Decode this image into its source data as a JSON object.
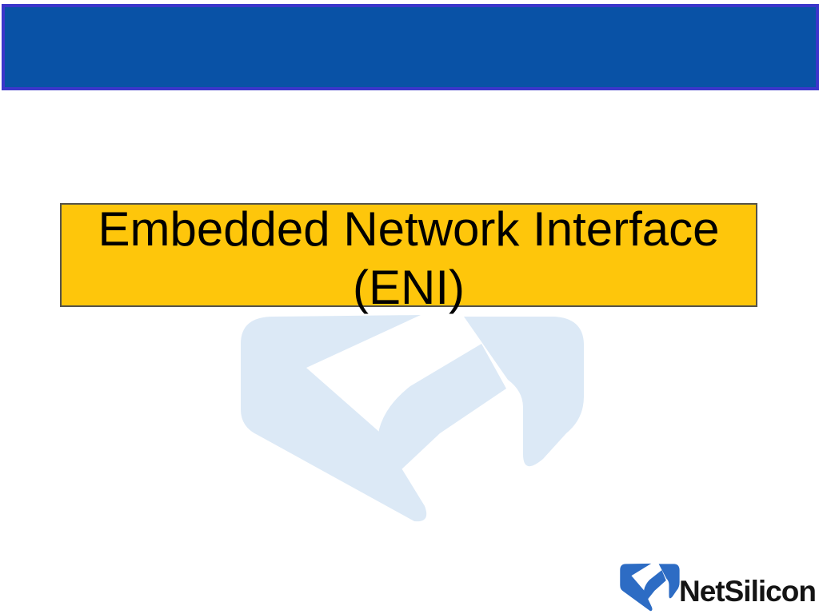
{
  "slide": {
    "title": {
      "line1": "Embedded Network Interface",
      "line2": "(ENI)"
    },
    "footer_logo": {
      "text": "NetSilicon"
    },
    "icons": {
      "watermark": "netsilicon-mark-watermark",
      "footer": "netsilicon-mark"
    }
  },
  "colors": {
    "header_fill": "#0952a6",
    "header_border": "#3b36ca",
    "title_bg": "#fec60b",
    "title_border": "#54524a",
    "title_text": "#000000",
    "watermark_blue": "#dce9f6",
    "logo_blue": "#2d6cc4",
    "logo_text_color": "#141414",
    "background": "#ffffff"
  }
}
